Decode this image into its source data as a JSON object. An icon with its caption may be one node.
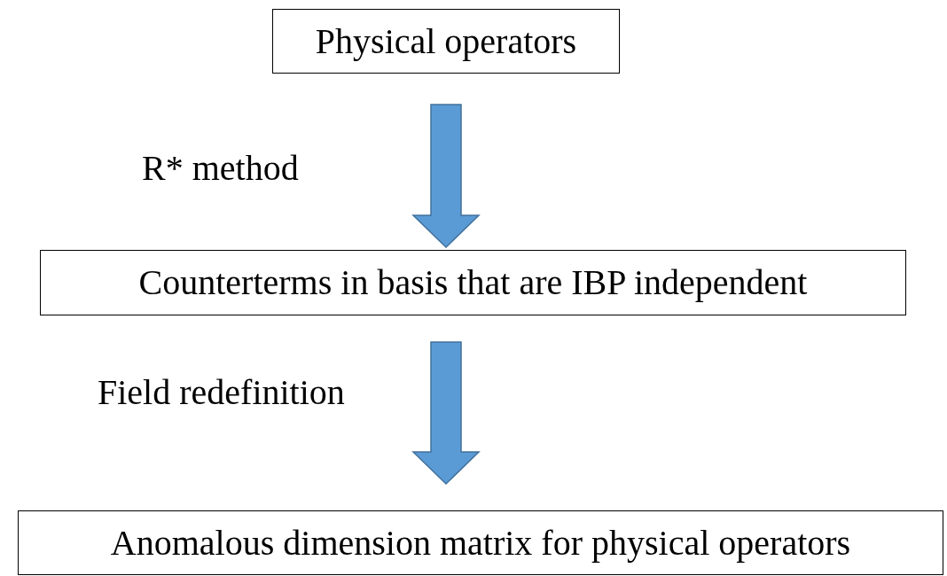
{
  "diagram": {
    "nodes": [
      {
        "text": [
          "Physical operators"
        ]
      },
      {
        "text": [
          "Counterterms in basis that are IBP independent"
        ]
      },
      {
        "text": [
          "Anomalous dimension matrix for physical operators"
        ]
      }
    ],
    "edges": [
      {
        "from": 0,
        "to": 1,
        "arrow": "to",
        "label": "R* method"
      },
      {
        "from": 1,
        "to": 2,
        "arrow": "to",
        "label": "Field redefinition"
      }
    ]
  }
}
